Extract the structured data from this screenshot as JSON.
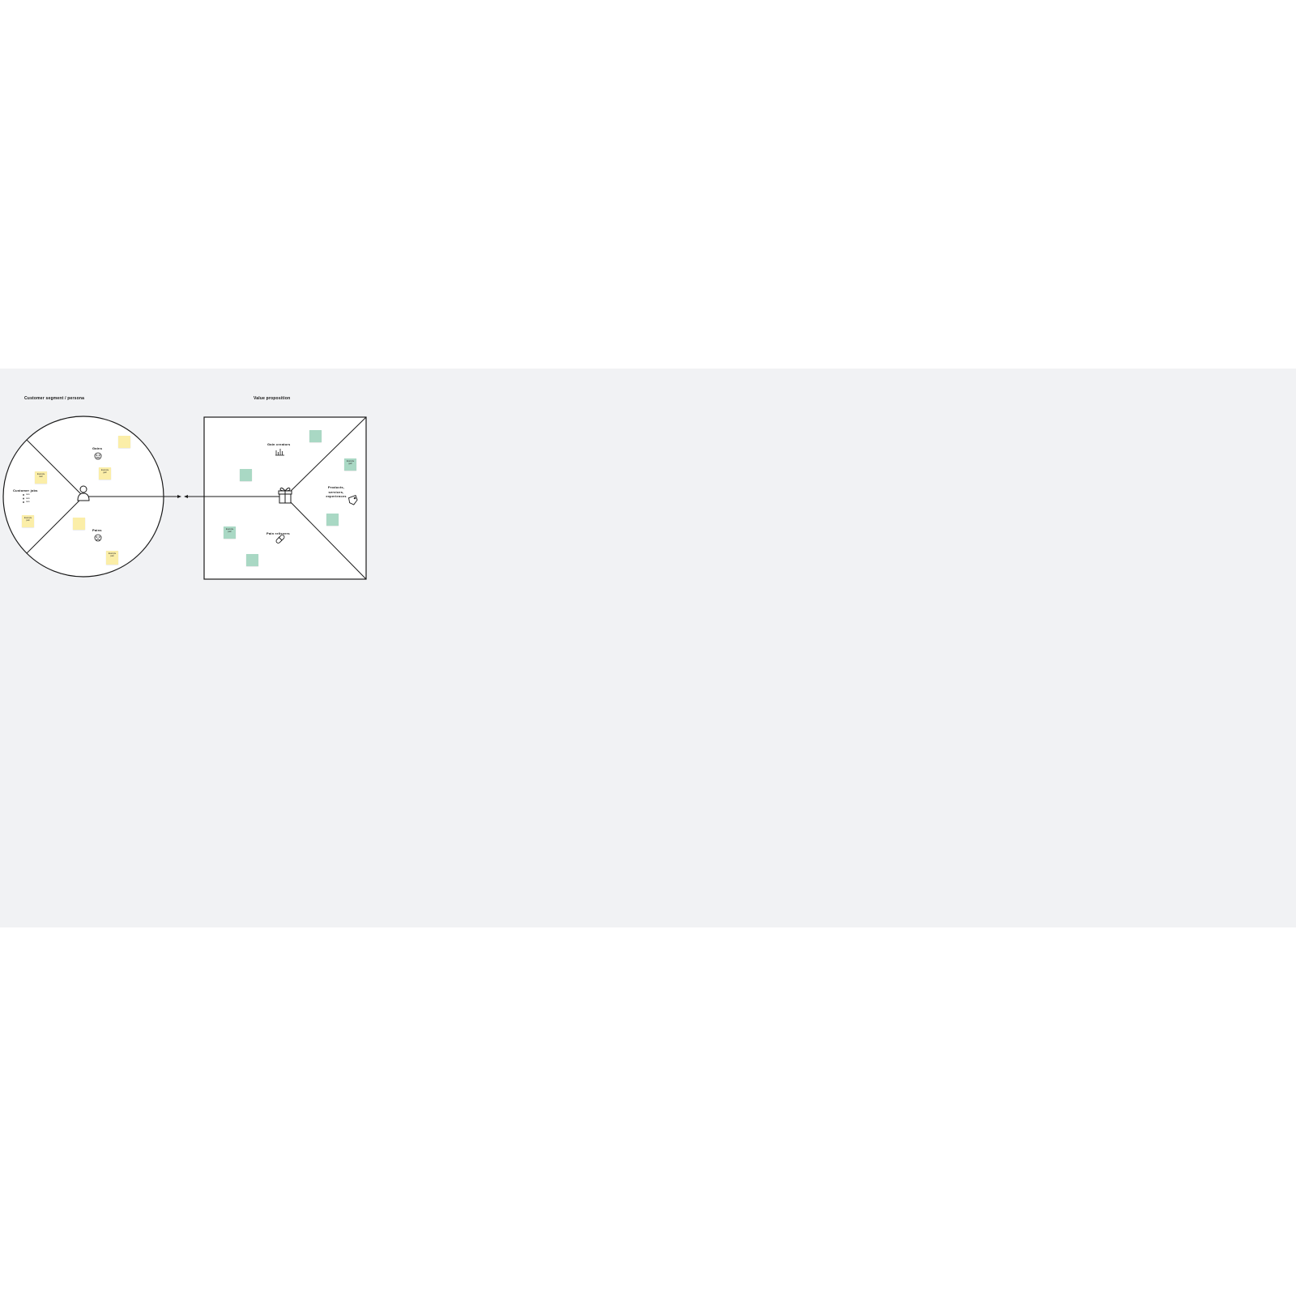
{
  "customer_profile": {
    "title": "Customer segment / persona",
    "jobs_label": "Customer jobs",
    "gains_label": "Gains",
    "pains_label": "Pains",
    "job_items": [
      "task",
      "task",
      "task"
    ],
    "stickies": [
      "Example task",
      "Example gain",
      "Example pain",
      "Example pain"
    ]
  },
  "value_map": {
    "title": "Value proposition",
    "gain_creators_label": "Gain creators",
    "pain_relievers_label": "Pain relievers",
    "products_label": "Products, services, experiences",
    "stickies": [
      "Example gain",
      "Example pain"
    ]
  },
  "colors": {
    "board": "#f1f2f4",
    "sticky_yellow": "#fbeea8",
    "sticky_green": "#a9d8c4",
    "stroke": "#1a1a1a"
  },
  "icons": [
    "user-icon",
    "smile-icon",
    "frown-icon",
    "gift-icon",
    "bar-chart-icon",
    "pill-icon",
    "tag-icon"
  ]
}
